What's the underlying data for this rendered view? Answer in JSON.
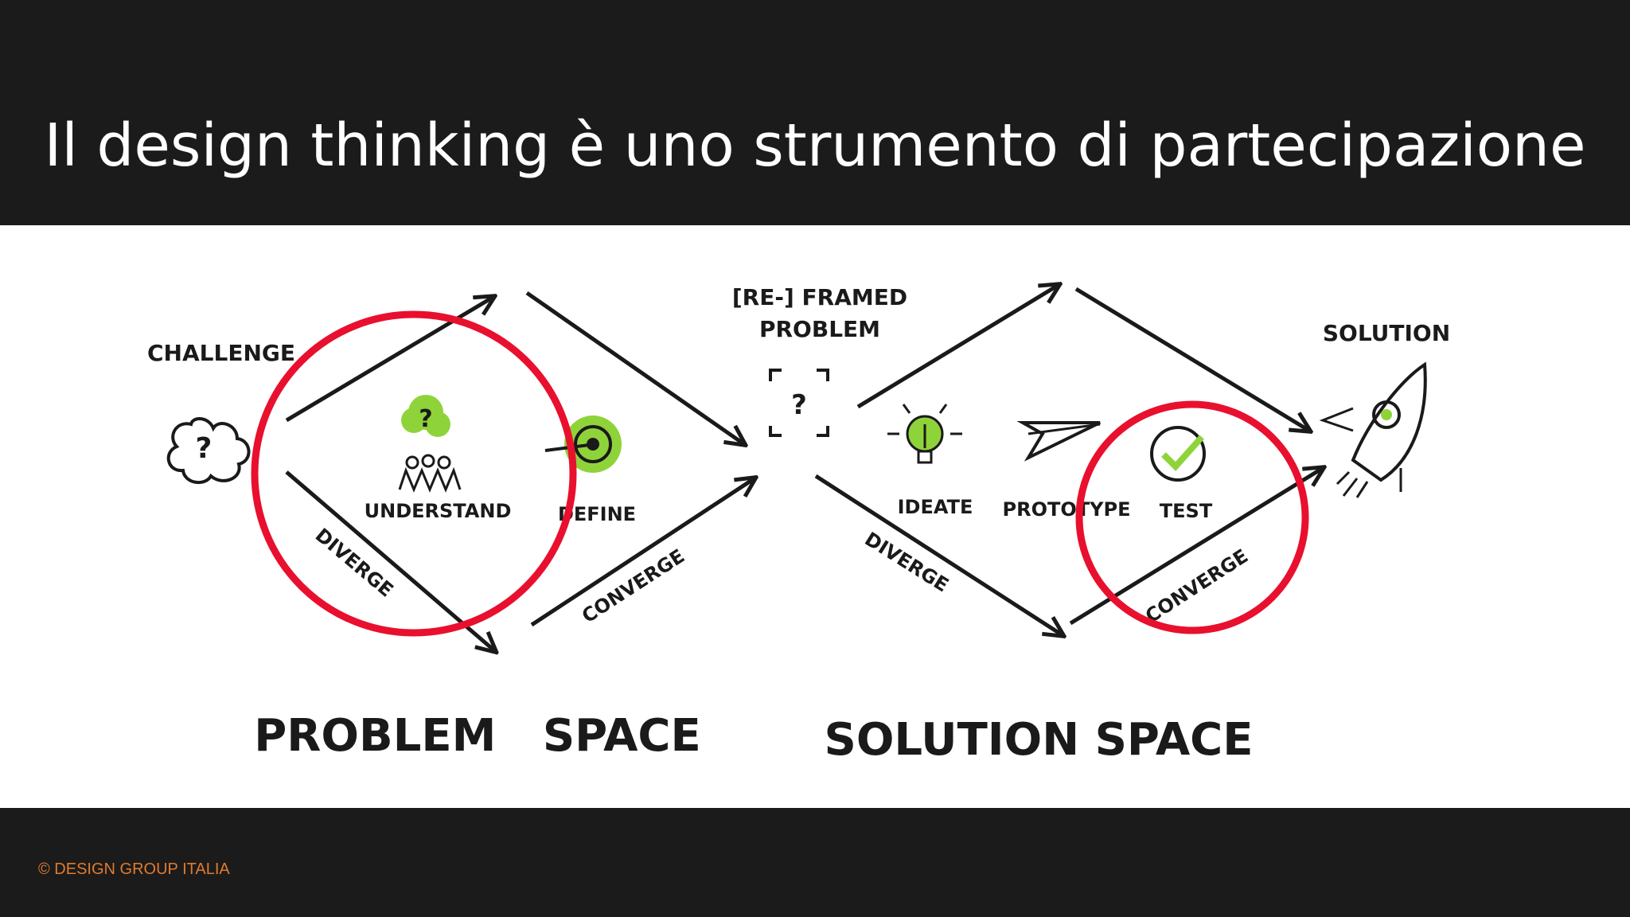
{
  "slide": {
    "title": "Il design thinking è uno strumento di partecipazione",
    "copyright": "© DESIGN GROUP ITALIA"
  },
  "diagram": {
    "challenge": "CHALLENGE",
    "reframed_line1": "[RE-] FRAMED",
    "reframed_line2": "PROBLEM",
    "solution": "SOLUTION",
    "understand": "UNDERSTAND",
    "define": "DEFINE",
    "ideate": "IDEATE",
    "prototype": "PROTOTYPE",
    "test": "TEST",
    "diverge_1": "DIVERGE",
    "converge_1": "CONVERGE",
    "diverge_2": "DIVERGE",
    "converge_2": "CONVERGE",
    "problem_space": "PROBLEM   SPACE",
    "solution_space": "SOLUTION SPACE",
    "question_mark": "?"
  },
  "colors": {
    "title_bar": "#1b1b1b",
    "highlight_circle": "#e8102e",
    "accent_green": "#8fd33a",
    "copyright": "#e07b2e"
  }
}
